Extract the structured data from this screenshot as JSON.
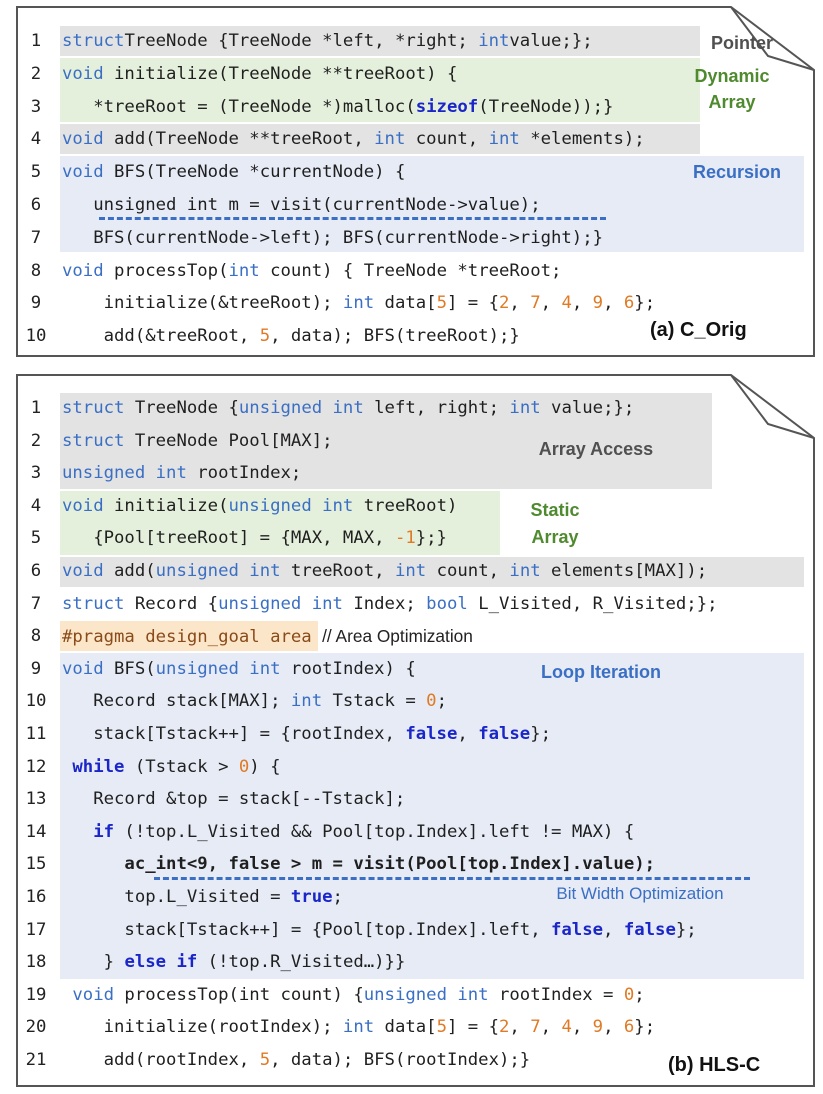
{
  "panel_a": {
    "caption": "(a)  C_Orig",
    "notes": {
      "pointer": "Pointer",
      "dynamic": "Dynamic",
      "array": "Array",
      "recursion": "Recursion"
    }
  },
  "panel_b": {
    "caption": "(b)  HLS-C",
    "notes": {
      "array_access": "Array Access",
      "static": "Static",
      "array": "Array",
      "loop_iteration": "Loop Iteration",
      "bit_width": "Bit Width Optimization"
    }
  },
  "colors": {
    "gray_highlight": "#e3e3e3",
    "green_highlight": "#e4f0dc",
    "blue_highlight": "#e6ebf6",
    "orange_highlight": "#fbe6c9",
    "keyword": "#3a6fc4",
    "bold_keyword": "#1a26c8",
    "number": "#e07a24",
    "note_green": "#4f8a2f"
  },
  "code_a": [
    {
      "n": "1",
      "segs": [
        [
          "kw",
          "struct"
        ],
        [
          "",
          "TreeNode {TreeNode *left, *right; "
        ],
        [
          "kw",
          "int"
        ],
        [
          "",
          "value;};"
        ]
      ]
    },
    {
      "n": "2",
      "segs": [
        [
          "kw",
          "void"
        ],
        [
          "",
          " initialize(TreeNode **treeRoot) {"
        ]
      ]
    },
    {
      "n": "3",
      "segs": [
        [
          "",
          "   *treeRoot = (TreeNode *)malloc("
        ],
        [
          "kb",
          "sizeof"
        ],
        [
          "",
          "(TreeNode));}"
        ]
      ]
    },
    {
      "n": "4",
      "segs": [
        [
          "kw",
          "void"
        ],
        [
          "",
          " add(TreeNode **treeRoot, "
        ],
        [
          "kw",
          "int"
        ],
        [
          "",
          " count, "
        ],
        [
          "kw",
          "int"
        ],
        [
          "",
          " *elements);"
        ]
      ]
    },
    {
      "n": "5",
      "segs": [
        [
          "kw",
          "void"
        ],
        [
          "",
          " BFS(TreeNode *currentNode) {"
        ]
      ]
    },
    {
      "n": "6",
      "segs": [
        [
          "",
          "   unsigned int m = visit(currentNode->value);"
        ]
      ]
    },
    {
      "n": "7",
      "segs": [
        [
          "",
          "   BFS(currentNode->left); BFS(currentNode->right);}"
        ]
      ]
    },
    {
      "n": "8",
      "segs": [
        [
          "kw",
          "void"
        ],
        [
          "",
          " processTop("
        ],
        [
          "kw",
          "int"
        ],
        [
          "",
          " count) { TreeNode *treeRoot;"
        ]
      ]
    },
    {
      "n": "9",
      "segs": [
        [
          "",
          "    initialize(&treeRoot); "
        ],
        [
          "kw",
          "int"
        ],
        [
          "",
          " data["
        ],
        [
          "num",
          "5"
        ],
        [
          "",
          "] = {"
        ],
        [
          "num",
          "2"
        ],
        [
          "",
          ", "
        ],
        [
          "num",
          "7"
        ],
        [
          "",
          ", "
        ],
        [
          "num",
          "4"
        ],
        [
          "",
          ", "
        ],
        [
          "num",
          "9"
        ],
        [
          "",
          ", "
        ],
        [
          "num",
          "6"
        ],
        [
          "",
          "};"
        ]
      ]
    },
    {
      "n": "10",
      "segs": [
        [
          "",
          "    add(&treeRoot, "
        ],
        [
          "num",
          "5"
        ],
        [
          "",
          ", data); BFS(treeRoot);}"
        ]
      ]
    }
  ],
  "code_b": [
    {
      "n": "1",
      "segs": [
        [
          "kw",
          "struct"
        ],
        [
          "",
          " TreeNode {"
        ],
        [
          "kw",
          "unsigned int"
        ],
        [
          "",
          " left, right; "
        ],
        [
          "kw",
          "int"
        ],
        [
          "",
          " value;};"
        ]
      ]
    },
    {
      "n": "2",
      "segs": [
        [
          "kw",
          "struct"
        ],
        [
          "",
          " TreeNode Pool[MAX];"
        ]
      ]
    },
    {
      "n": "3",
      "segs": [
        [
          "kw",
          "unsigned int"
        ],
        [
          "",
          " rootIndex;"
        ]
      ]
    },
    {
      "n": "4",
      "segs": [
        [
          "kw",
          "void"
        ],
        [
          "",
          " initialize("
        ],
        [
          "kw",
          "unsigned int"
        ],
        [
          "",
          " treeRoot)"
        ]
      ]
    },
    {
      "n": "5",
      "segs": [
        [
          "",
          "   {Pool[treeRoot] = {MAX, MAX, "
        ],
        [
          "num",
          "-1"
        ],
        [
          "",
          "};}"
        ]
      ]
    },
    {
      "n": "6",
      "segs": [
        [
          "kw",
          "void"
        ],
        [
          "",
          " add("
        ],
        [
          "kw",
          "unsigned int"
        ],
        [
          "",
          " treeRoot, "
        ],
        [
          "kw",
          "int"
        ],
        [
          "",
          " count, "
        ],
        [
          "kw",
          "int"
        ],
        [
          "",
          " elements[MAX]);"
        ]
      ]
    },
    {
      "n": "7",
      "segs": [
        [
          "kw",
          "struct"
        ],
        [
          "",
          " Record {"
        ],
        [
          "kw",
          "unsigned int"
        ],
        [
          "",
          " Index; "
        ],
        [
          "kw",
          "bool"
        ],
        [
          "",
          " L_Visited, R_Visited;};"
        ]
      ]
    },
    {
      "n": "8",
      "segs": [
        [
          "dir",
          "#pragma design_goal area"
        ],
        [
          "",
          " "
        ],
        [
          "cmt",
          "// Area Optimization"
        ]
      ]
    },
    {
      "n": "9",
      "segs": [
        [
          "kw",
          "void"
        ],
        [
          "",
          " BFS("
        ],
        [
          "kw",
          "unsigned int"
        ],
        [
          "",
          " rootIndex) {"
        ]
      ]
    },
    {
      "n": "10",
      "segs": [
        [
          "",
          "   Record stack[MAX]; "
        ],
        [
          "kw",
          "int"
        ],
        [
          "",
          " Tstack = "
        ],
        [
          "num",
          "0"
        ],
        [
          "",
          ";"
        ]
      ]
    },
    {
      "n": "11",
      "segs": [
        [
          "",
          "   stack[Tstack++] = {rootIndex, "
        ],
        [
          "kb",
          "false"
        ],
        [
          "",
          ", "
        ],
        [
          "kb",
          "false"
        ],
        [
          "",
          "};"
        ]
      ]
    },
    {
      "n": "12",
      "segs": [
        [
          "",
          " "
        ],
        [
          "kb",
          "while"
        ],
        [
          "",
          " (Tstack > "
        ],
        [
          "num",
          "0"
        ],
        [
          "",
          ") {"
        ]
      ]
    },
    {
      "n": "13",
      "segs": [
        [
          "",
          "   Record &top = stack[--Tstack];"
        ]
      ]
    },
    {
      "n": "14",
      "segs": [
        [
          "",
          "   "
        ],
        [
          "kb",
          "if"
        ],
        [
          "",
          " (!top.L_Visited && Pool[top.Index].left != MAX) {"
        ]
      ]
    },
    {
      "n": "15",
      "segs": [
        [
          "b",
          "      ac_int<9, false > m = visit(Pool[top.Index].value);"
        ]
      ]
    },
    {
      "n": "16",
      "segs": [
        [
          "",
          "      top.L_Visited = "
        ],
        [
          "kb",
          "true"
        ],
        [
          "",
          ";"
        ]
      ]
    },
    {
      "n": "17",
      "segs": [
        [
          "",
          "      stack[Tstack++] = {Pool[top.Index].left, "
        ],
        [
          "kb",
          "false"
        ],
        [
          "",
          ", "
        ],
        [
          "kb",
          "false"
        ],
        [
          "",
          "};"
        ]
      ]
    },
    {
      "n": "18",
      "segs": [
        [
          "",
          "    } "
        ],
        [
          "kb",
          "else if"
        ],
        [
          "",
          " (!top.R_Visited…)}}"
        ]
      ]
    },
    {
      "n": "19",
      "segs": [
        [
          "",
          " "
        ],
        [
          "kw",
          "void"
        ],
        [
          "",
          " processTop(int count) {"
        ],
        [
          "kw",
          "unsigned int"
        ],
        [
          "",
          " rootIndex = "
        ],
        [
          "num",
          "0"
        ],
        [
          "",
          ";"
        ]
      ]
    },
    {
      "n": "20",
      "segs": [
        [
          "",
          "    initialize(rootIndex); "
        ],
        [
          "kw",
          "int"
        ],
        [
          "",
          " data["
        ],
        [
          "num",
          "5"
        ],
        [
          "",
          "] = {"
        ],
        [
          "num",
          "2"
        ],
        [
          "",
          ", "
        ],
        [
          "num",
          "7"
        ],
        [
          "",
          ", "
        ],
        [
          "num",
          "4"
        ],
        [
          "",
          ", "
        ],
        [
          "num",
          "9"
        ],
        [
          "",
          ", "
        ],
        [
          "num",
          "6"
        ],
        [
          "",
          "};"
        ]
      ]
    },
    {
      "n": "21",
      "segs": [
        [
          "",
          "    add(rootIndex, "
        ],
        [
          "num",
          "5"
        ],
        [
          "",
          ", data); BFS(rootIndex);}"
        ]
      ]
    }
  ]
}
